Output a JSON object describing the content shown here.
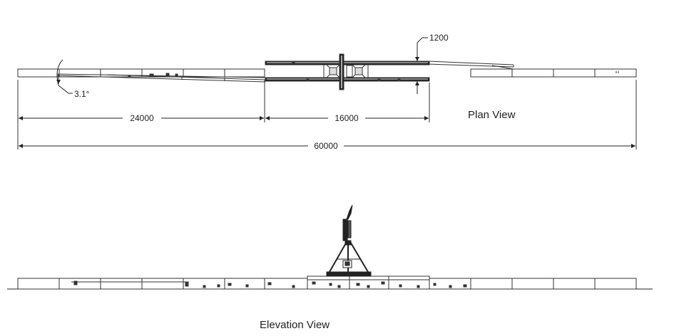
{
  "plan_view": {
    "title": "Plan View",
    "angle_label": "3.1°",
    "offset_label": "1200",
    "dim_left": "24000",
    "dim_mid": "16000",
    "dim_total": "60000"
  },
  "elevation_view": {
    "title": "Elevation View"
  },
  "colors": {
    "line": "#333333",
    "dark": "#111111",
    "background": "#ffffff"
  }
}
